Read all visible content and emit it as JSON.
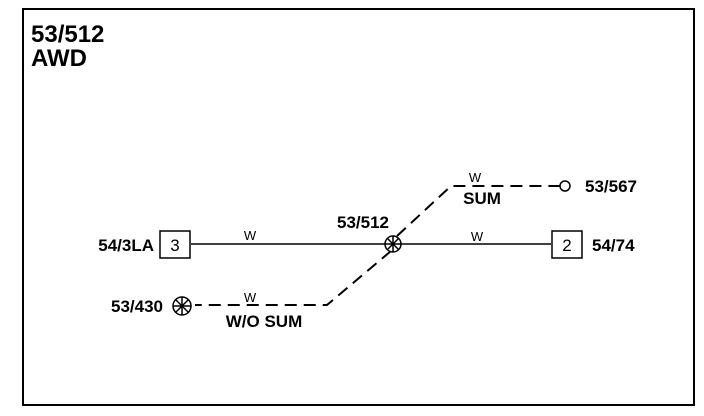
{
  "header": {
    "line1": "53/512",
    "line2": "AWD"
  },
  "connectors": {
    "left": {
      "id": "54/3LA",
      "pin": "3"
    },
    "right": {
      "id": "54/74",
      "pin": "2"
    },
    "top_right": {
      "id": "53/567"
    },
    "bottom_left": {
      "id": "53/430"
    },
    "splice": {
      "id": "53/512"
    }
  },
  "wires": {
    "main_left": {
      "color": "W"
    },
    "main_right": {
      "color": "W"
    },
    "upper_branch": {
      "color": "W",
      "condition": "SUM"
    },
    "lower_branch": {
      "color": "W",
      "condition": "W/O SUM"
    }
  }
}
